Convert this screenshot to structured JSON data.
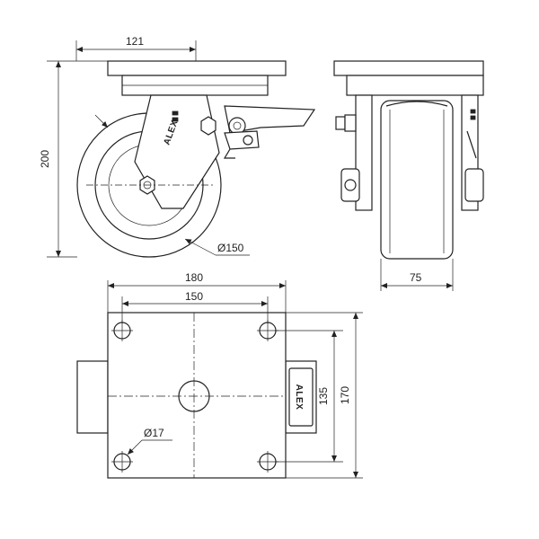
{
  "dimensions": {
    "top_width": "121",
    "overall_height": "200",
    "wheel_diameter": "Ø150",
    "wheel_width": "75",
    "plate_width": "180",
    "bolt_spacing_x": "150",
    "bolt_spacing_y": "135",
    "plate_depth": "170",
    "bolt_hole_diameter": "Ø17"
  },
  "brand": "ALEX"
}
